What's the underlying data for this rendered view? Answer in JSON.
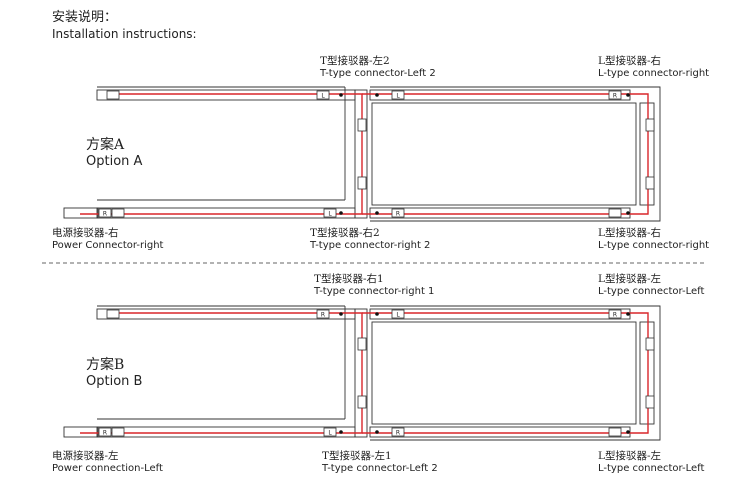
{
  "heading": {
    "title_cn": "安装说明：",
    "title_en": "Installation instructions:"
  },
  "option_a": {
    "label_cn": "方案A",
    "label_en": "Option A",
    "top_left": {
      "cn": "T型接驳器-左2",
      "en": "T-type connector-Left 2"
    },
    "top_right": {
      "cn": "L型接驳器-右",
      "en": "L-type connector-right"
    },
    "bottom_left": {
      "cn": "电源接驳器-右",
      "en": "Power Connector-right"
    },
    "bottom_mid": {
      "cn": "T型接驳器-右2",
      "en": "T-type connector-right 2"
    },
    "bottom_right": {
      "cn": "L型接驳器-右",
      "en": "L-type connector-right"
    }
  },
  "option_b": {
    "label_cn": "方案B",
    "label_en": "Option B",
    "top_left": {
      "cn": "T型接驳器-右1",
      "en": "T-type connector-right 1"
    },
    "top_right": {
      "cn": "L型接驳器-左",
      "en": "L-type connector-Left"
    },
    "bottom_left": {
      "cn": "电源接驳器-左",
      "en": "Power connection-Left"
    },
    "bottom_mid": {
      "cn": "T型接驳器-左1",
      "en": "T-type connector-Left 2"
    },
    "bottom_right": {
      "cn": "L型接驳器-左",
      "en": "L-type connector-Left"
    }
  },
  "connector_marks": {
    "left": "L",
    "right": "R"
  },
  "colors": {
    "wire": "#d9262a",
    "track": "#333333",
    "divider": "#666666"
  }
}
